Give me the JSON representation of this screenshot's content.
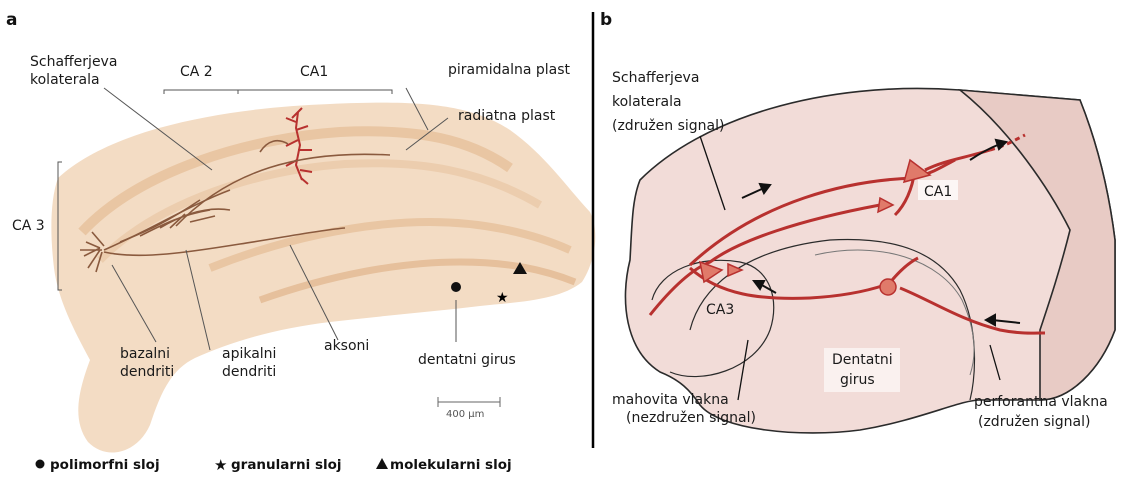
{
  "panel_a": {
    "letter": "a",
    "labels": {
      "schaffer_1": "Schafferjeva",
      "schaffer_2": "kolaterala",
      "ca2": "CA 2",
      "ca1": "CA1",
      "ca3": "CA 3",
      "piramidalna": "piramidalna plast",
      "radiatna": "radiatna plast",
      "bazalni_1": "bazalni",
      "bazalni_2": "dendriti",
      "apikalni_1": "apikalni",
      "apikalni_2": "dendriti",
      "aksoni": "aksoni",
      "dentatni": "dentatni girus",
      "scale": "400 µm"
    }
  },
  "panel_b": {
    "letter": "b",
    "labels": {
      "schaffer_1": "Schafferjeva",
      "schaffer_2": "kolaterala",
      "schaffer_3": "(združen signal)",
      "ca1": "CA1",
      "ca3": "CA3",
      "dentatni_1": "Dentatni",
      "dentatni_2": "girus",
      "mahovita_1": "mahovita vlakna",
      "mahovita_2": "(nezdružen signal)",
      "perforantna_1": "perforantna vlakna",
      "perforantna_2": "(združen signal)"
    }
  },
  "legend": {
    "polimorfni": "polimorfni sloj",
    "granularni": "granularni sloj",
    "molekularni": "molekularni sloj"
  },
  "colors": {
    "tissue": "#f3dcc4",
    "tissue_band": "#e9c6a3",
    "neuron_red": "#b8312f",
    "box_fill": "#f2dcd8",
    "box_edge": "#2b2b2b"
  }
}
